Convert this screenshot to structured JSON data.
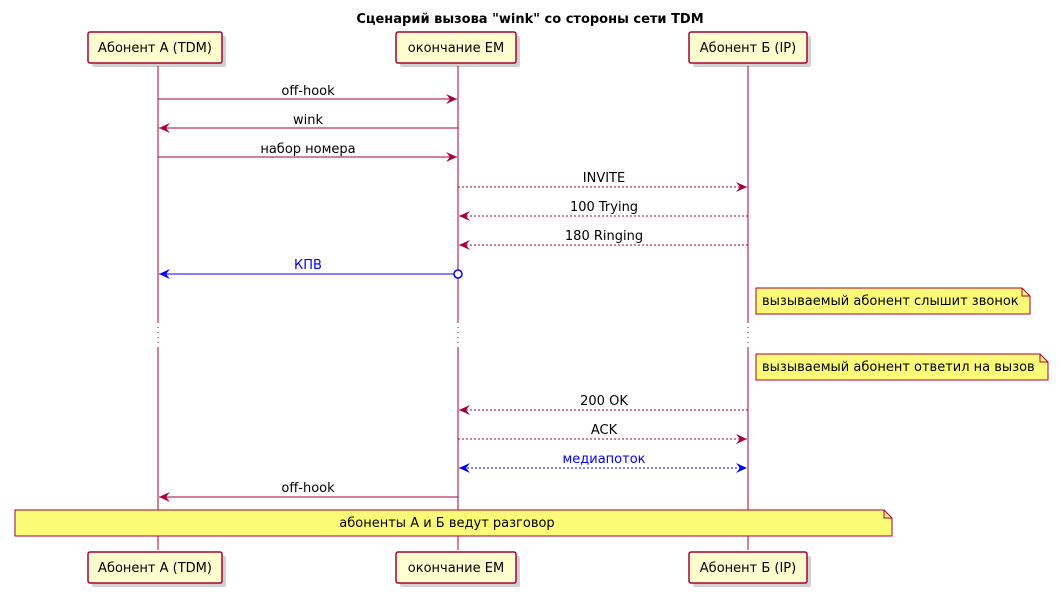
{
  "title": "Сценарий вызова \"wink\" со стороны сети TDM",
  "participants": {
    "a": "Абонент А (TDM)",
    "em": "окончание ЕМ",
    "b": "Абонент Б (IP)"
  },
  "messages": [
    {
      "id": "m1",
      "label": "off-hook",
      "from": "a",
      "to": "em",
      "style": "solid",
      "color": "#A80036"
    },
    {
      "id": "m2",
      "label": "wink",
      "from": "em",
      "to": "a",
      "style": "solid",
      "color": "#A80036"
    },
    {
      "id": "m3",
      "label": "набор номера",
      "from": "a",
      "to": "em",
      "style": "solid",
      "color": "#A80036"
    },
    {
      "id": "m4",
      "label": "INVITE",
      "from": "em",
      "to": "b",
      "style": "dashed",
      "color": "#A80036"
    },
    {
      "id": "m5",
      "label": "100 Trying",
      "from": "b",
      "to": "em",
      "style": "dashed",
      "color": "#A80036"
    },
    {
      "id": "m6",
      "label": "180 Ringing",
      "from": "b",
      "to": "em",
      "style": "dashed",
      "color": "#A80036"
    },
    {
      "id": "m7",
      "label": "КПВ",
      "from": "em",
      "to": "a",
      "style": "solid",
      "color": "#0000FF",
      "start_marker": "circle"
    },
    {
      "id": "m8",
      "label": "200 OK",
      "from": "b",
      "to": "em",
      "style": "dashed",
      "color": "#A80036"
    },
    {
      "id": "m9",
      "label": "ACK",
      "from": "em",
      "to": "b",
      "style": "dashed",
      "color": "#A80036"
    },
    {
      "id": "m10",
      "label": "медиапоток",
      "from": "em",
      "to": "b",
      "style": "dashed",
      "color": "#0000FF",
      "bidirectional": true
    },
    {
      "id": "m11",
      "label": "off-hook",
      "from": "em",
      "to": "a",
      "style": "solid",
      "color": "#A80036"
    }
  ],
  "notes": {
    "ringing": "вызываемый абонент слышит звонок",
    "answered": "вызываемый абонент ответил на вызов",
    "talk": "абоненты А и Б ведут разговор"
  },
  "colors": {
    "line": "#A80036",
    "participant_fill": "#FEFECE",
    "note_fill": "#FBFB77",
    "highlight": "#0000FF"
  }
}
